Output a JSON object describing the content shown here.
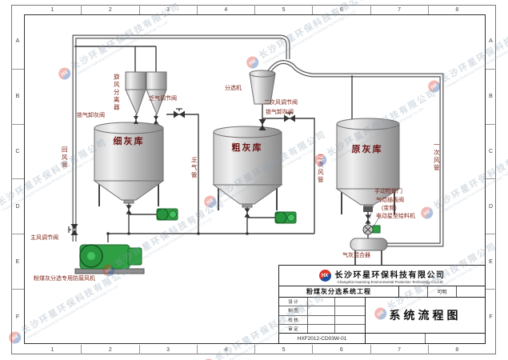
{
  "grid_refs": {
    "columns": [
      "1",
      "2",
      "3",
      "4",
      "5",
      "6",
      "7",
      "8"
    ],
    "rows": [
      "A",
      "B",
      "C",
      "D",
      "E",
      "F"
    ]
  },
  "watermark": {
    "logo_text": "HX",
    "company_cn": "长沙环星环保科技有限公司",
    "company_en": "Changsha Huanxing Environmental Protection Technology Co.,Ltd"
  },
  "equipment_labels": {
    "cyclone_separator": "旋风分离器",
    "exhaust_air_valve": "乏气调节阀",
    "classifier": "分选机",
    "secondary_air_valve": "二次风调节阀",
    "airlock_discharge_valve_left": "锁气卸灰阀",
    "airlock_discharge_valve_right": "锁气卸灰阀",
    "fine_ash_silo": "细灰库",
    "coarse_ash_silo": "粗灰库",
    "raw_ash_silo": "原灰库",
    "return_air_pipe": "回风管",
    "exhaust_air_pipe": "乏气管",
    "secondary_air_pipe": "二次风管",
    "primary_air_pipe": "一次风管",
    "main_air_valve": "主风调节阀",
    "fan": "粉煤灰分选专用防腐风机",
    "manual_access_door": "手动检修门",
    "pneumatic_gate_valve": "气动插板阀",
    "vfd_note": "(变频)",
    "rotary_feeder": "电动星型给料机",
    "gas_ash_mixer": "气灰混合器"
  },
  "title_block": {
    "logo_text": "HX",
    "company_cn": "长沙环星环保科技有限公司",
    "company_en": "Changsha Huanxing Environmental Protection Technology Co.,Ltd",
    "project_name": "粉煤灰分选系统工程",
    "stage_mark": "可明",
    "drawing_title": "系统流程图",
    "drawing_no": "HXF2012-CD03W-01",
    "rows": [
      {
        "label": "设 计"
      },
      {
        "label": "制 图"
      },
      {
        "label": "校 核"
      },
      {
        "label": "审 定"
      }
    ]
  },
  "colors": {
    "annotation": "#7d2316",
    "pipe": "#3f3f3f",
    "machine_green": "#2f9e44",
    "watermark": "#8da2b5"
  }
}
